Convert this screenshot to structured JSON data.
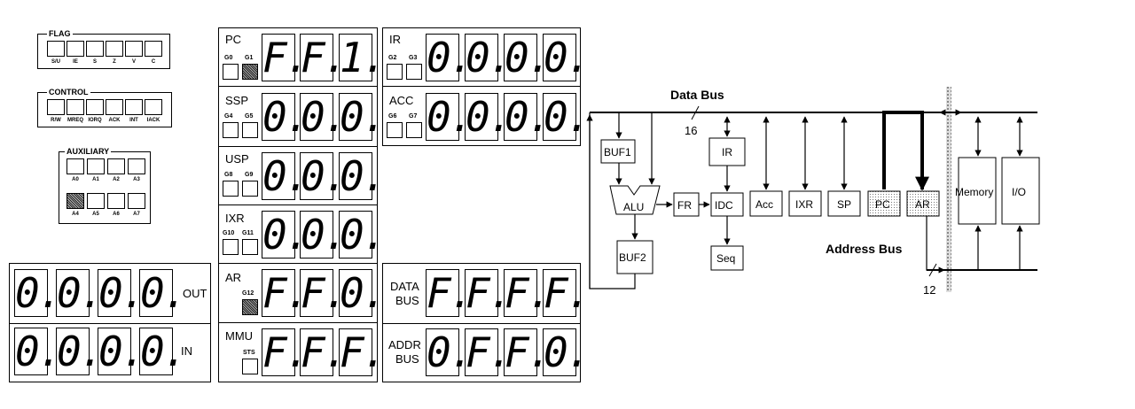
{
  "flag": {
    "title": "FLAG",
    "labels": [
      "S/U",
      "IE",
      "S",
      "Z",
      "V",
      "C"
    ]
  },
  "control": {
    "title": "CONTROL",
    "labels": [
      "R/W",
      "MREQ",
      "IORQ",
      "ACK",
      "INT",
      "IACK"
    ]
  },
  "auxiliary": {
    "title": "AUXILIARY",
    "labels_top": [
      "A0",
      "A1",
      "A2",
      "A3"
    ],
    "labels_bottom": [
      "A4",
      "A5",
      "A6",
      "A7"
    ]
  },
  "io": {
    "out": {
      "label": "OUT",
      "digits": [
        "0.",
        "0.",
        "0.",
        "0."
      ]
    },
    "in": {
      "label": "IN",
      "digits": [
        "0.",
        "0.",
        "0.",
        "0."
      ]
    }
  },
  "registers": {
    "pc": {
      "label": "PC",
      "g": [
        "G0",
        "G1"
      ],
      "digits": [
        "F.",
        "F.",
        "1."
      ]
    },
    "ssp": {
      "label": "SSP",
      "g": [
        "G4",
        "G5"
      ],
      "digits": [
        "0.",
        "0.",
        "0."
      ]
    },
    "usp": {
      "label": "USP",
      "g": [
        "G8",
        "G9"
      ],
      "digits": [
        "0.",
        "0.",
        "0."
      ]
    },
    "ixr": {
      "label": "IXR",
      "g": [
        "G10",
        "G11"
      ],
      "digits": [
        "0.",
        "0.",
        "0."
      ]
    },
    "ar": {
      "label": "AR",
      "g": [
        "G12"
      ],
      "digits": [
        "F.",
        "F.",
        "0."
      ]
    },
    "mmu": {
      "label": "MMU",
      "g": [
        "STS"
      ],
      "digits": [
        "F.",
        "F.",
        "F."
      ]
    },
    "ir": {
      "label": "IR",
      "g": [
        "G2",
        "G3"
      ],
      "digits": [
        "0.",
        "0.",
        "0.",
        "0."
      ]
    },
    "acc": {
      "label": "ACC",
      "g": [
        "G6",
        "G7"
      ],
      "digits": [
        "0.",
        "0.",
        "0.",
        "0."
      ]
    }
  },
  "bus": {
    "data": {
      "label1": "DATA",
      "label2": "BUS",
      "digits": [
        "F.",
        "F.",
        "F.",
        "F."
      ]
    },
    "addr": {
      "label1": "ADDR",
      "label2": "BUS",
      "digits": [
        "0.",
        "F.",
        "F.",
        "0."
      ]
    }
  },
  "diagram": {
    "data_bus": "Data Bus",
    "data_width": "16",
    "address_bus": "Address Bus",
    "addr_width": "12",
    "blocks": {
      "buf1": "BUF1",
      "alu": "ALU",
      "buf2": "BUF2",
      "fr": "FR",
      "idc": "IDC",
      "ir": "IR",
      "seq": "Seq",
      "acc": "Acc",
      "ixr": "IXR",
      "sp": "SP",
      "pc": "PC",
      "ar": "AR",
      "memory": "Memory",
      "io": "I/O"
    }
  }
}
